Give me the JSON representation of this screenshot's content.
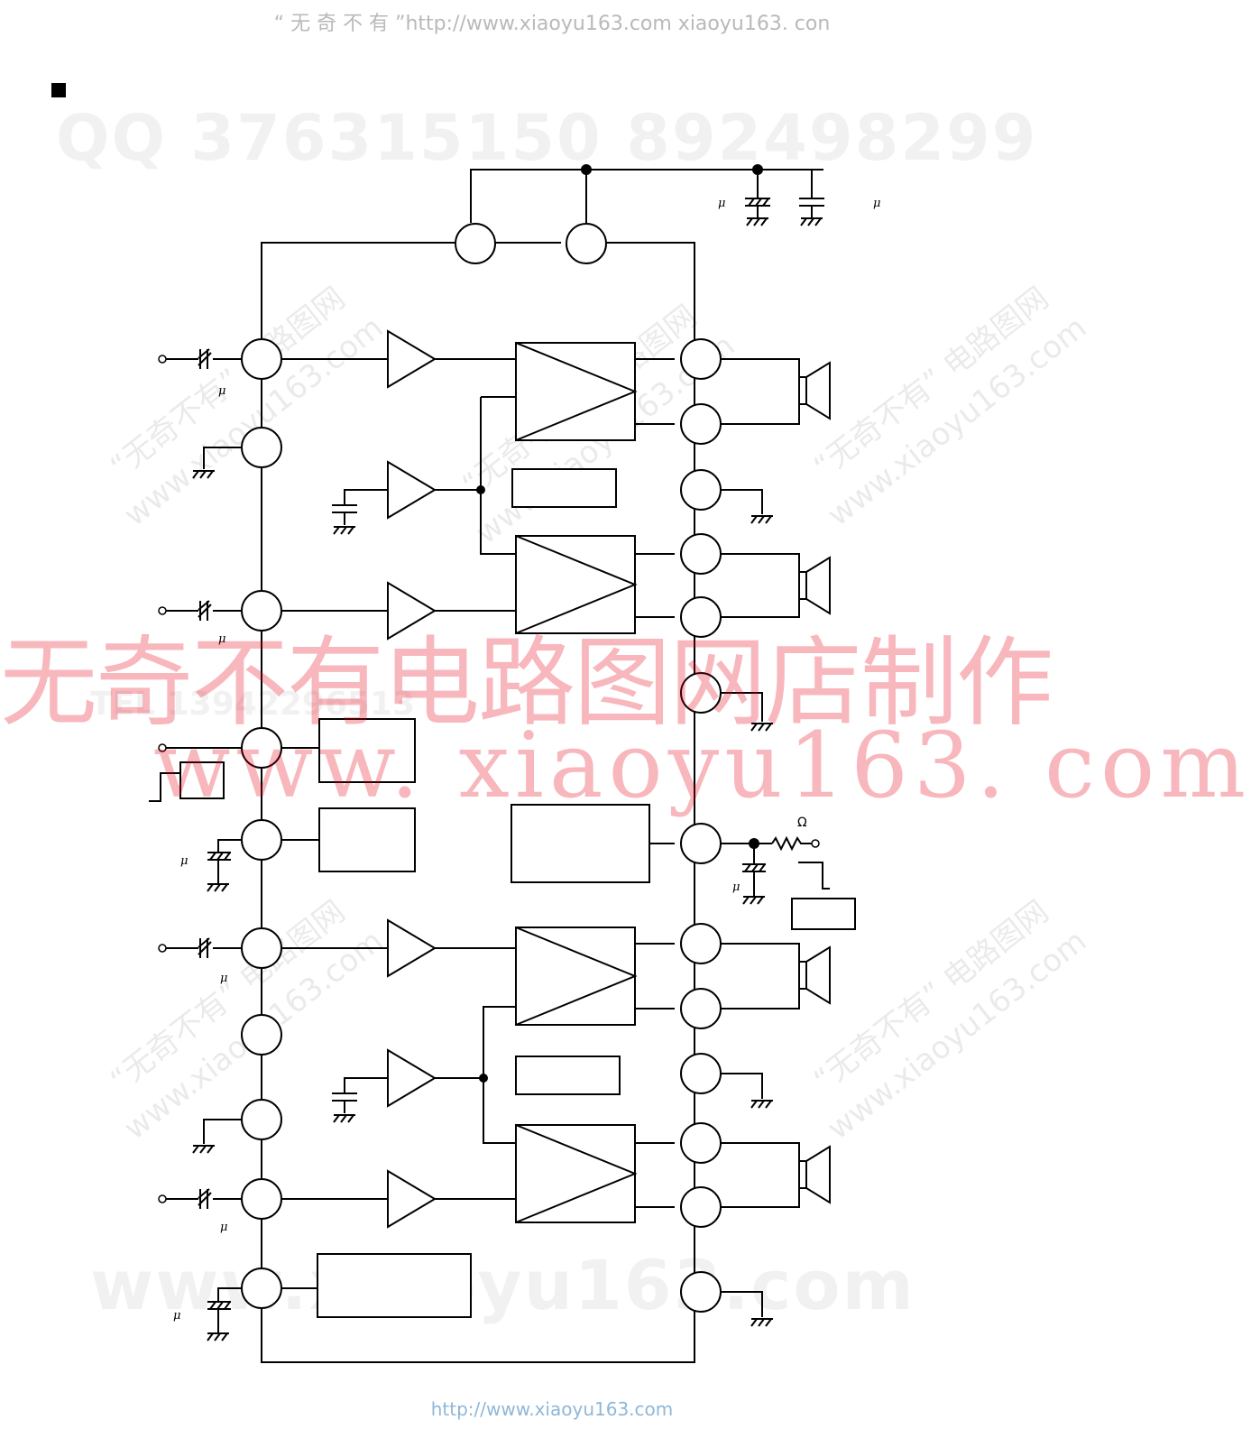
{
  "header": {
    "url_text": "“ 无 奇 不 有 ”http://www.xiaoyu163.com xiaoyu163. con"
  },
  "footer": {
    "url_text": "http://www.xiaoyu163.com"
  },
  "watermarks": {
    "qq_numbers": "QQ 376315150    892498299",
    "tel": "TEL 13942296513",
    "shop_name": "无奇不有电路图网店制作",
    "site_url": "www. xiaoyu163. com",
    "bottom_url": "www.xiaoyu163.com",
    "diagonal_brand": "“无奇不有” 电路图网",
    "diagonal_url": "www.xiaoyu163.com"
  },
  "labels": {
    "mu": "μ",
    "omega": "Ω"
  },
  "colors": {
    "line": "#000000",
    "watermark_red": "#e60012",
    "footer_blue": "#8fb7d8"
  }
}
